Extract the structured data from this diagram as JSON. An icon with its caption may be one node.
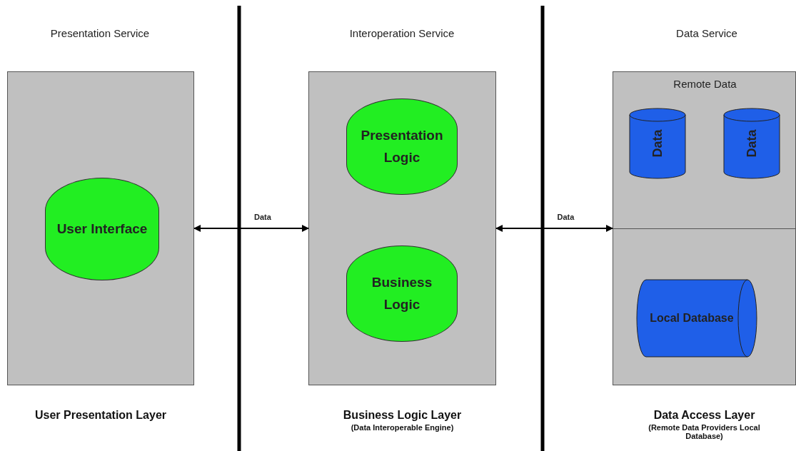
{
  "diagram": {
    "nodes": [
      {
        "text": [
          "User Presentation Layer"
        ]
      },
      {
        "text": [
          "User Interface"
        ],
        "in": 0
      },
      {
        "text": [
          "Business Logic Layer",
          "(Data Interoperable Engine)"
        ]
      },
      {
        "text": [
          "Presentation Logic"
        ],
        "in": 2
      },
      {
        "text": [
          "Business Logic"
        ],
        "in": 2
      },
      {
        "text": [
          "Data Access Layer",
          "(Remote Data Providers Local Database)"
        ]
      },
      {
        "text": [
          "Remote Data"
        ],
        "in": 5
      },
      {
        "text": [
          "Data"
        ],
        "in": 6
      },
      {
        "text": [
          "Data"
        ],
        "in": 6
      },
      {
        "text": [
          "Local Database"
        ],
        "in": 5
      }
    ],
    "edges": [
      {
        "from": 0,
        "to": 2,
        "arrow": "both",
        "label": "Data"
      },
      {
        "from": 2,
        "to": 5,
        "arrow": "both",
        "label": "Data"
      }
    ],
    "labels": [
      "Presentation Service",
      "Interoperation Service",
      "Data Service"
    ]
  }
}
